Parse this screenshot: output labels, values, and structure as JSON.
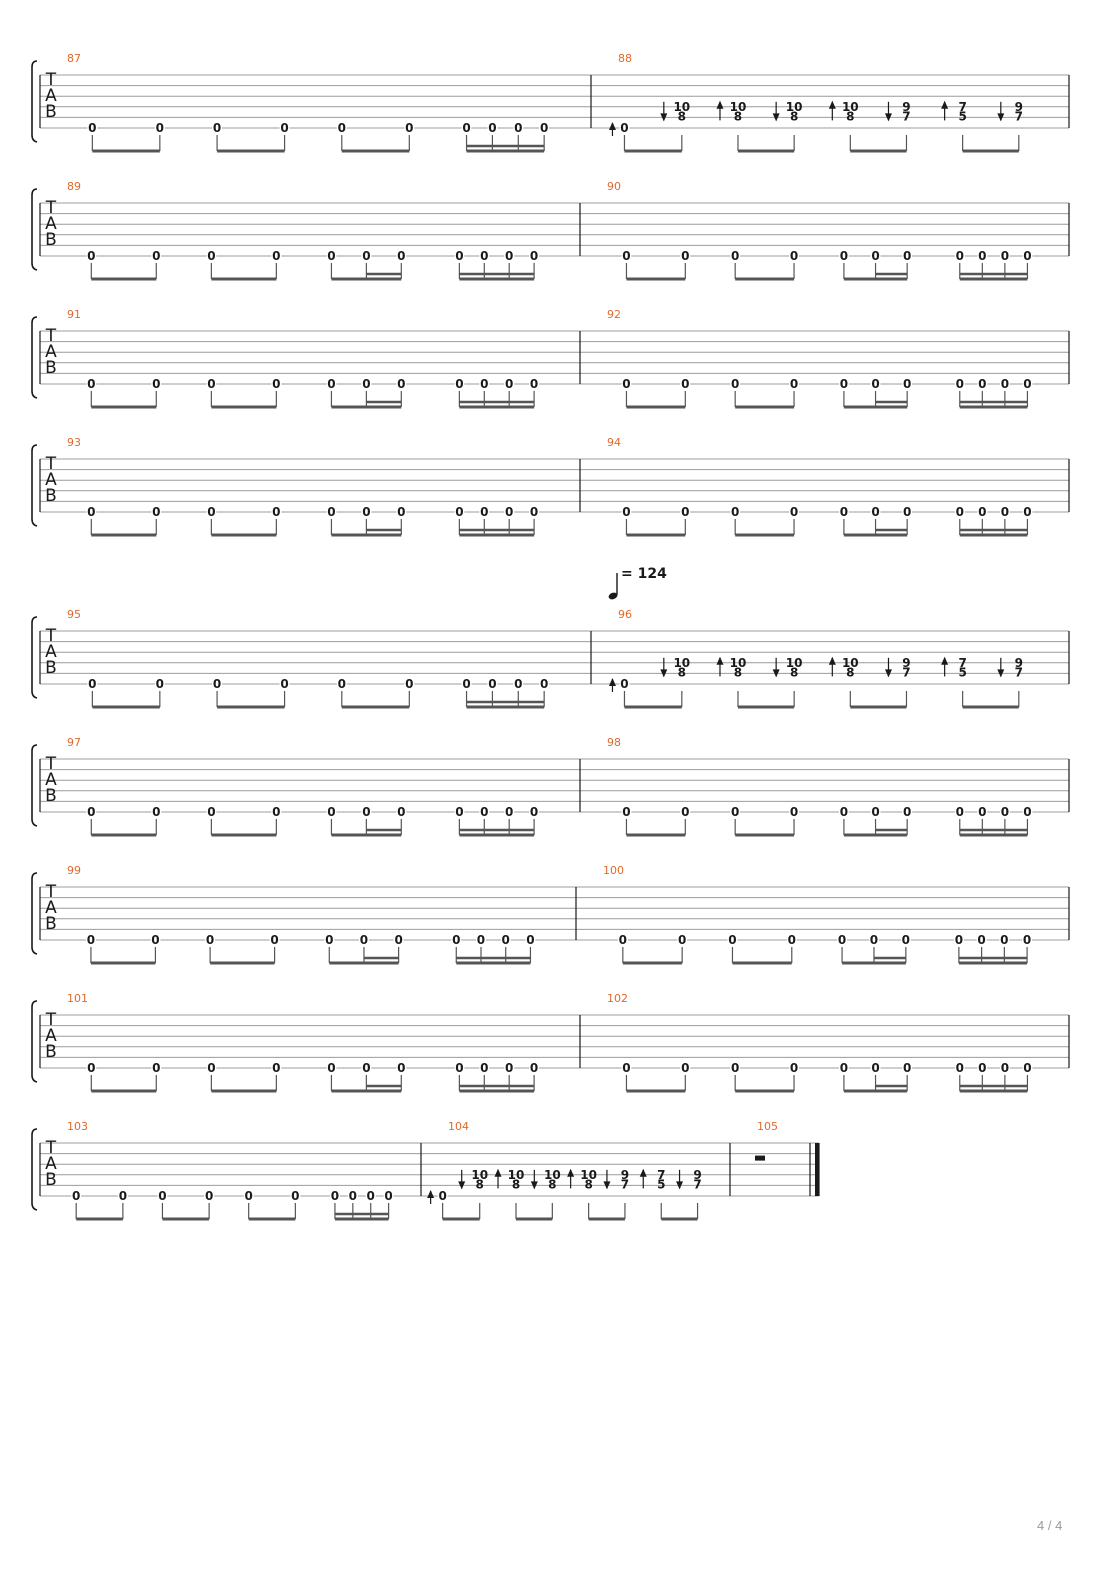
{
  "page_number": "4 / 4",
  "tab_clef": [
    "T",
    "A",
    "B"
  ],
  "tempo": {
    "label": "= 124"
  },
  "systems": [
    {
      "bars": [
        {
          "number": "87",
          "type": "A"
        },
        {
          "number": "88",
          "type": "R"
        }
      ]
    },
    {
      "bars": [
        {
          "number": "89",
          "type": "B"
        },
        {
          "number": "90",
          "type": "B"
        }
      ]
    },
    {
      "bars": [
        {
          "number": "91",
          "type": "B"
        },
        {
          "number": "92",
          "type": "B"
        }
      ]
    },
    {
      "bars": [
        {
          "number": "93",
          "type": "B"
        },
        {
          "number": "94",
          "type": "B"
        }
      ]
    },
    {
      "bars": [
        {
          "number": "95",
          "type": "A"
        },
        {
          "number": "96",
          "type": "R"
        }
      ],
      "tempo": true
    },
    {
      "bars": [
        {
          "number": "97",
          "type": "B"
        },
        {
          "number": "98",
          "type": "B"
        }
      ]
    },
    {
      "bars": [
        {
          "number": "99",
          "type": "B"
        },
        {
          "number": "100",
          "type": "B"
        }
      ]
    },
    {
      "bars": [
        {
          "number": "101",
          "type": "B"
        },
        {
          "number": "102",
          "type": "B"
        }
      ]
    },
    {
      "bars": [
        {
          "number": "103",
          "type": "A"
        },
        {
          "number": "104",
          "type": "R"
        },
        {
          "number": "105",
          "type": "REST"
        }
      ]
    }
  ],
  "patterns": {
    "A": {
      "groups": [
        {
          "frets": [
            "0",
            "0"
          ],
          "beams": 1
        },
        {
          "frets": [
            "0",
            "0"
          ],
          "beams": 1
        },
        {
          "frets": [
            "0",
            "0"
          ],
          "beams": 1
        },
        {
          "frets": [
            "0",
            "0",
            "0",
            "0"
          ],
          "beams": 2
        }
      ]
    },
    "B": {
      "groups": [
        {
          "frets": [
            "0",
            "0"
          ],
          "beams": 1
        },
        {
          "frets": [
            "0",
            "0"
          ],
          "beams": 1
        },
        {
          "frets": [
            "0",
            "0",
            "0"
          ],
          "beams": 1,
          "sub": [
            1,
            2
          ]
        },
        {
          "frets": [
            "0",
            "0",
            "0",
            "0"
          ],
          "beams": 2
        }
      ]
    },
    "R": {
      "pickup": {
        "fret": "0",
        "stroke": "up"
      },
      "chords": [
        {
          "top": "10",
          "bottom": "8",
          "stroke": "down"
        },
        {
          "top": "10",
          "bottom": "8",
          "stroke": "up"
        },
        {
          "top": "10",
          "bottom": "8",
          "stroke": "down"
        },
        {
          "top": "10",
          "bottom": "8",
          "stroke": "up"
        },
        {
          "top": "9",
          "bottom": "7",
          "stroke": "down"
        },
        {
          "top": "7",
          "bottom": "5",
          "stroke": "up"
        },
        {
          "top": "9",
          "bottom": "7",
          "stroke": "down"
        }
      ]
    }
  },
  "colors": {
    "bar_number": "#e06a2c",
    "ink": "#1a1a1a",
    "staff_line": "#9c9c9c",
    "beam": "#555555",
    "page_num": "#9a9a9a"
  }
}
